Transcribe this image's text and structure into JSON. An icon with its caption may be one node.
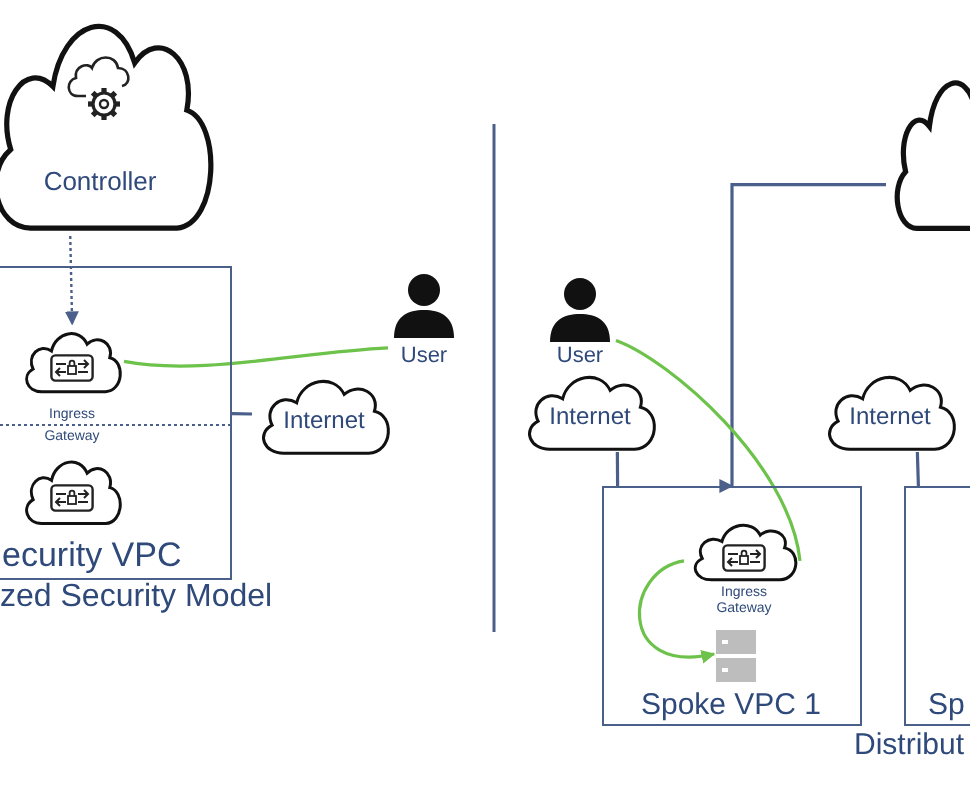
{
  "diagram": {
    "nodes": [
      {
        "text": [
          "Controller"
        ]
      },
      {
        "text": [
          "ecurity VPC"
        ]
      },
      {
        "text": [
          "Ingress Gateway"
        ],
        "in": 1
      },
      {
        "text": [],
        "shape": "cloud",
        "in": 1
      },
      {
        "text": [
          "User"
        ]
      },
      {
        "text": [
          "Internet"
        ]
      },
      {
        "text": [],
        "shape": "cloud"
      },
      {
        "text": [
          "User"
        ]
      },
      {
        "text": [
          "Internet"
        ]
      },
      {
        "text": [
          "Spoke VPC 1"
        ]
      },
      {
        "text": [
          "Ingress Gateway"
        ],
        "in": 9
      },
      {
        "text": [],
        "shape": "server",
        "in": 9
      },
      {
        "text": [
          "Internet"
        ]
      },
      {
        "text": [
          "Sp"
        ]
      }
    ],
    "edges": [
      {
        "from": 0,
        "to": 2,
        "arrow": "to",
        "style": "dashed"
      },
      {
        "from": 5,
        "to": 1,
        "arrow": "none"
      },
      {
        "from": 4,
        "to": 2,
        "arrow": "none",
        "color": "#6cc24a"
      },
      {
        "from": 6,
        "to": 9,
        "arrow": "to"
      },
      {
        "from": 8,
        "to": 9,
        "arrow": "none"
      },
      {
        "from": 7,
        "to": 10,
        "arrow": "none",
        "color": "#6cc24a"
      },
      {
        "from": 10,
        "to": 11,
        "arrow": "to",
        "color": "#6cc24a"
      },
      {
        "from": 12,
        "to": 13,
        "arrow": "none"
      }
    ],
    "labels": [
      "zed Security Model",
      "Distribut"
    ]
  }
}
